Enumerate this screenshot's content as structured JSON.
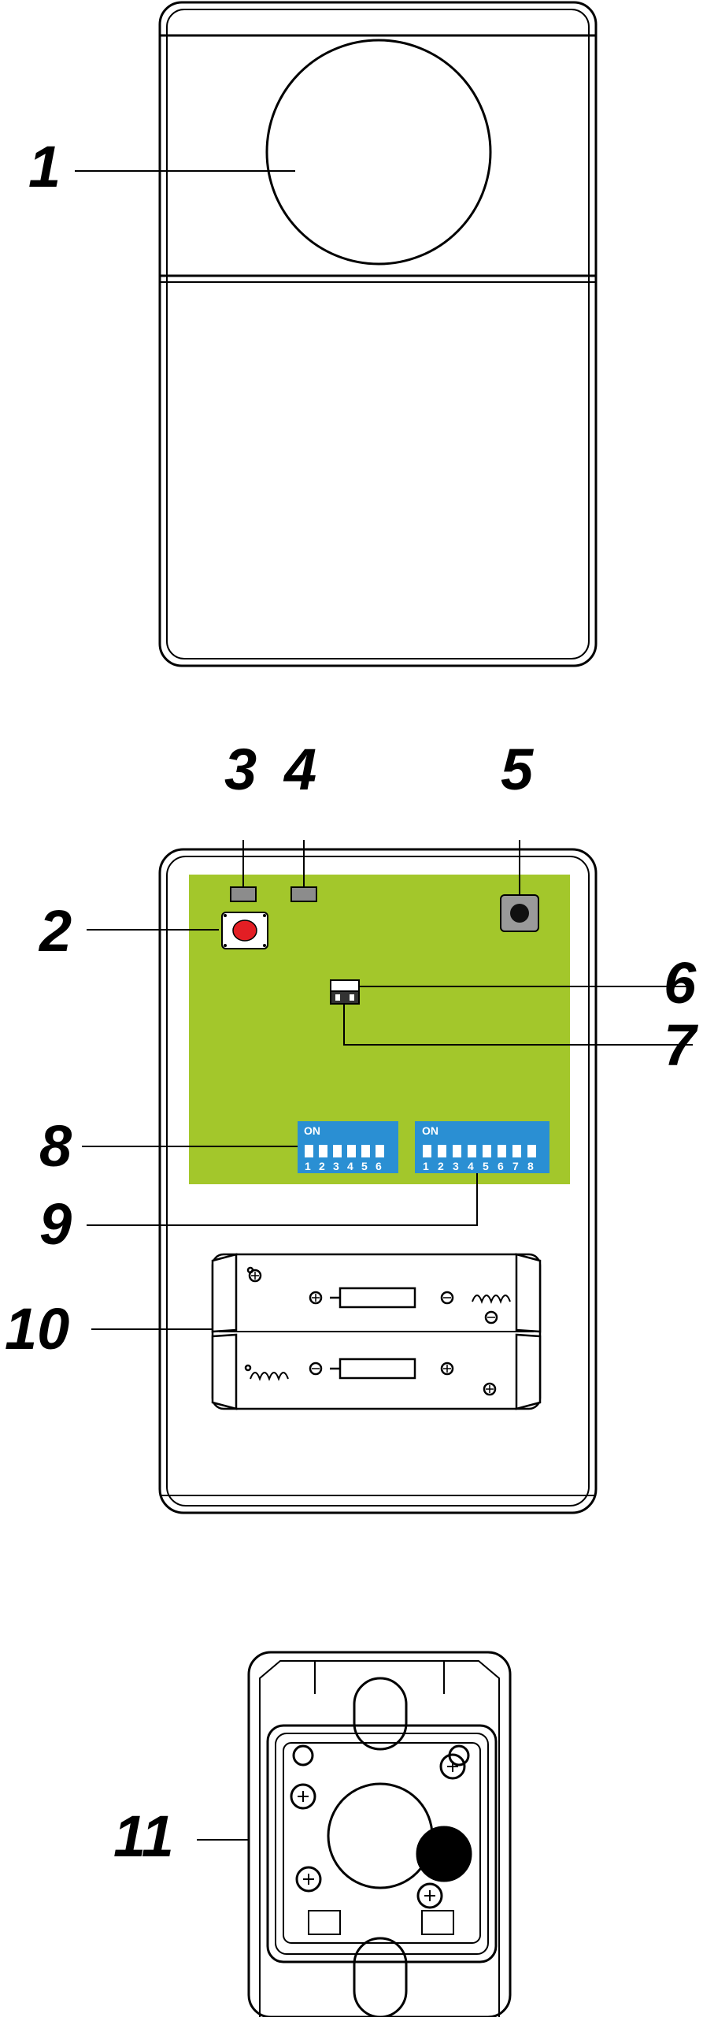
{
  "colors": {
    "line": "#000000",
    "pcb": "#a3c72b",
    "dip_switch": "#2a8fd3",
    "tamper_button": "#e31e24",
    "led_body": "#8c8c8c",
    "background": "#ffffff"
  },
  "callouts": {
    "c1": "1",
    "c2": "2",
    "c3": "3",
    "c4": "4",
    "c5": "5",
    "c6": "6",
    "c7": "7",
    "c8": "8",
    "c9": "9",
    "c10": "10",
    "c11": "11"
  },
  "dip_switch_8": {
    "on_label": "ON",
    "positions": [
      "1",
      "2",
      "3",
      "4",
      "5",
      "6"
    ]
  },
  "dip_switch_9": {
    "on_label": "ON",
    "positions": [
      "1",
      "2",
      "3",
      "4",
      "5",
      "6",
      "7",
      "8"
    ]
  },
  "icons": {
    "front": "pir-lens-circle",
    "battery": "battery-holder",
    "bracket": "mounting-bracket"
  }
}
